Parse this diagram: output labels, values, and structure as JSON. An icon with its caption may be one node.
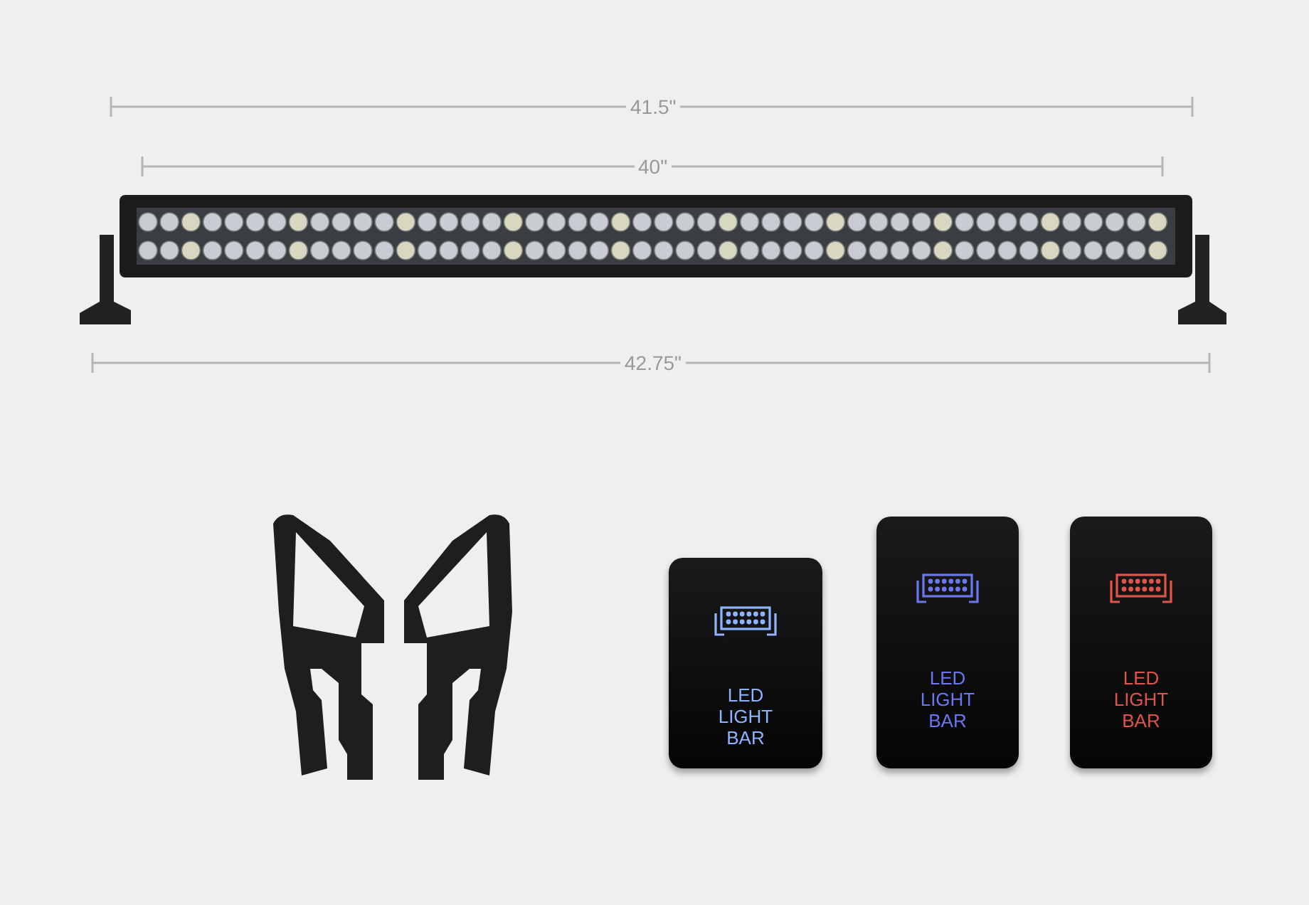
{
  "diagram": {
    "nodes": [
      {
        "text": [
          "LED LIGHT BAR"
        ]
      },
      {
        "text": [
          "LED LIGHT BAR"
        ]
      },
      {
        "text": [
          "LED LIGHT BAR"
        ]
      }
    ],
    "labels": [
      "41.5\"",
      "40\"",
      "42.75\""
    ]
  }
}
